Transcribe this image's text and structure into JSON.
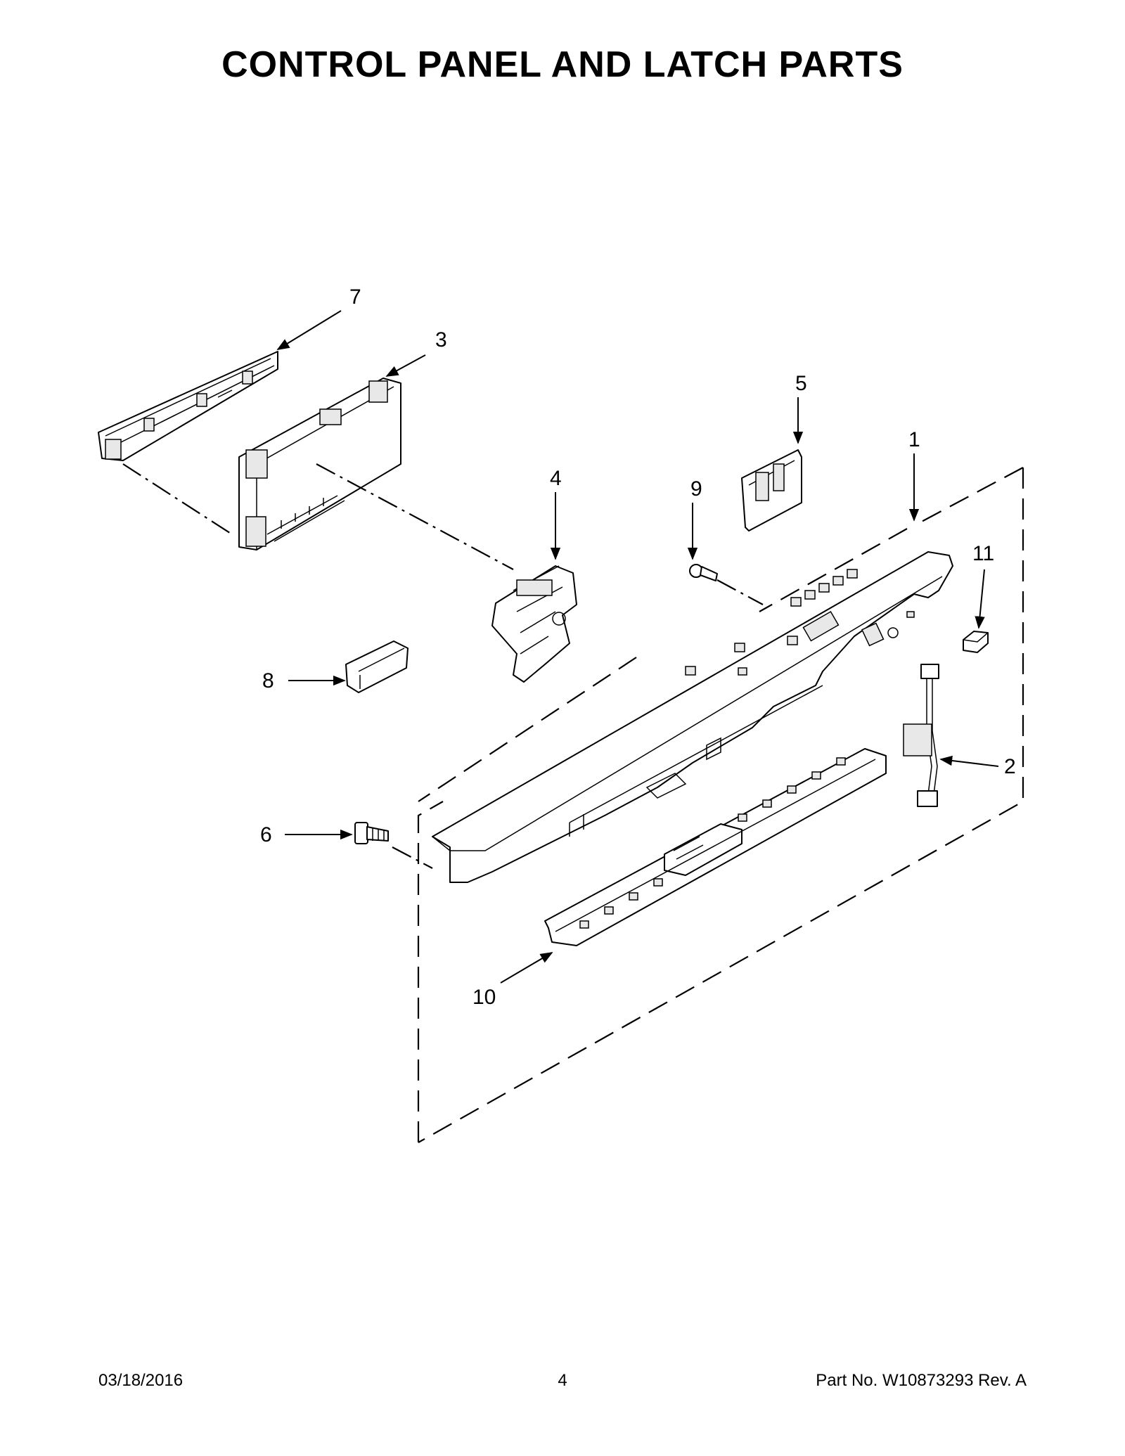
{
  "title": "CONTROL PANEL AND LATCH PARTS",
  "callouts": {
    "c1": "1",
    "c2": "2",
    "c3": "3",
    "c4": "4",
    "c5": "5",
    "c6": "6",
    "c7": "7",
    "c8": "8",
    "c9": "9",
    "c10": "10",
    "c11": "11"
  },
  "footer": {
    "date": "03/18/2016",
    "page": "4",
    "part_no": "Part No.  W10873293  Rev.  A"
  }
}
